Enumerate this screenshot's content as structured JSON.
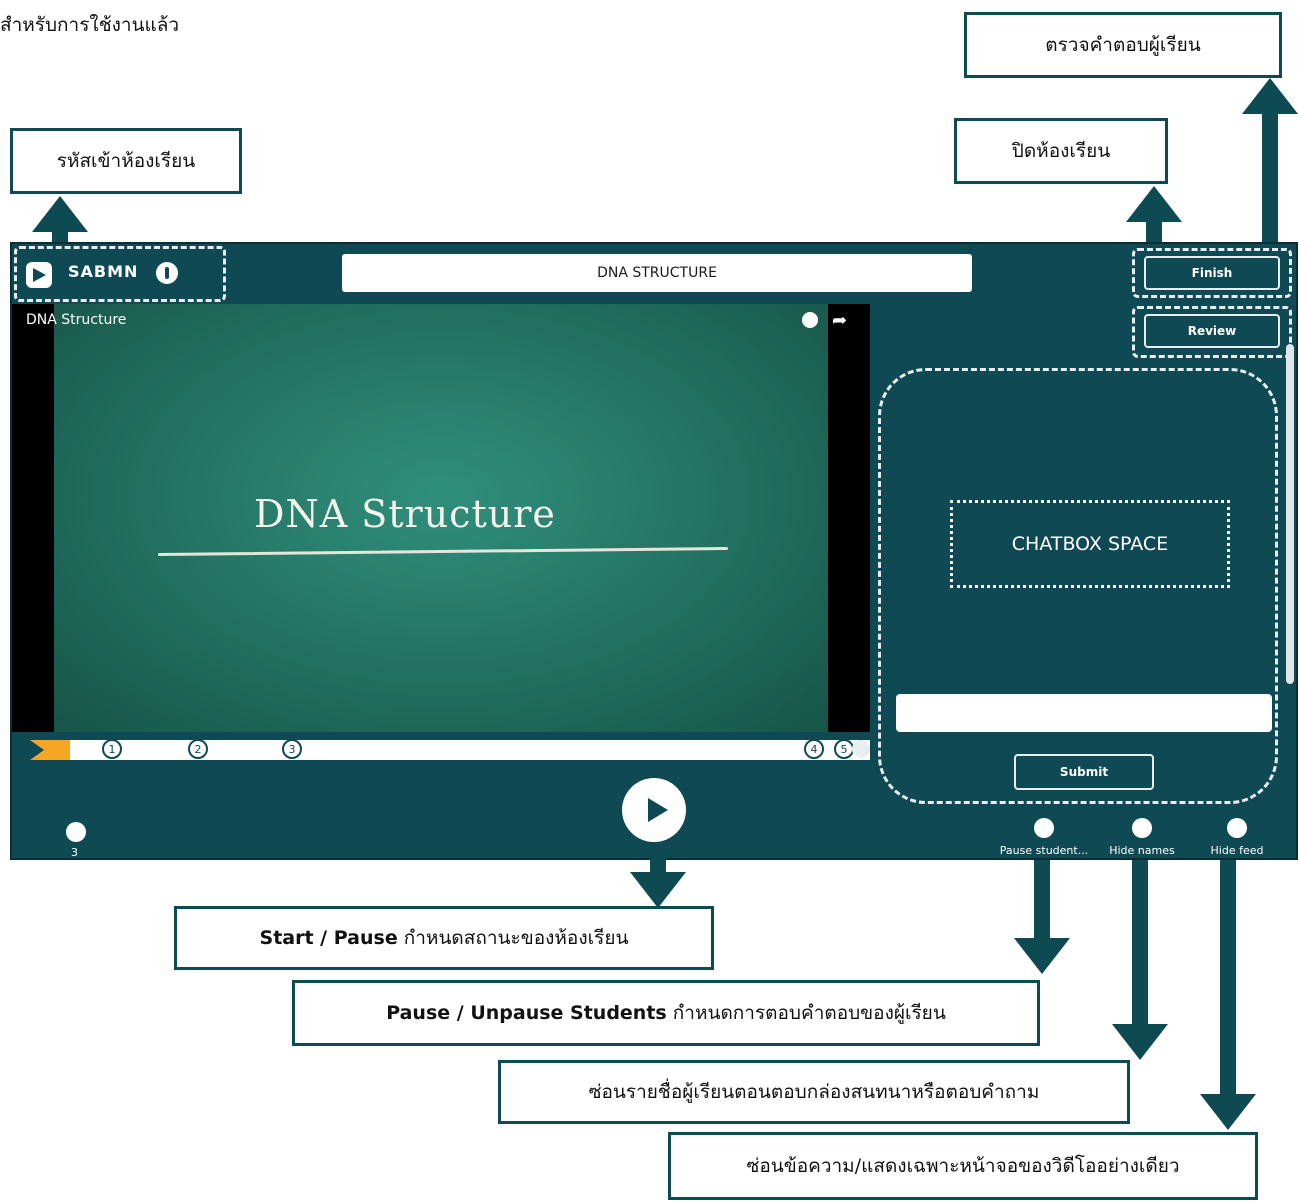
{
  "intro_text": "สำหรับการใช้งานแล้ว",
  "callouts": {
    "room_code": "รหัสเข้าห้องเรียน",
    "close_room": "ปิดห้องเรียน",
    "review_answers": "ตรวจคำตอบผู้เรียน",
    "start_pause_bold": "Start / Pause",
    "start_pause_rest": " กำหนดสถานะของห้องเรียน",
    "pause_students_bold": "Pause / Unpause Students",
    "pause_students_rest": " กำหนดการตอบคำตอบของผู้เรียน",
    "hide_names": "ซ่อนรายชื่อผู้เรียนตอนตอบกล่องสนทนาหรือตอบคำถาม",
    "hide_feed": "ซ่อนข้อความ/แสดงเฉพาะหน้าจอของวิดีโออย่างเดียว"
  },
  "app": {
    "room_code": "SABMN",
    "lesson_title": "DNA STRUCTURE",
    "finish_label": "Finish",
    "review_label": "Review",
    "video_title": "DNA Structure",
    "video_chalk_text": "DNA Structure",
    "timeline_markers": [
      "1",
      "2",
      "3",
      "4",
      "5"
    ],
    "chat_space_label": "CHATBOX SPACE",
    "submit_label": "Submit",
    "student_count": "3",
    "tools": {
      "pause_students": "Pause student...",
      "hide_names": "Hide names",
      "hide_feed": "Hide feed"
    }
  },
  "colors": {
    "app_bg": "#0f4a54",
    "accent": "#f5a623",
    "callout_border": "#0d4a52"
  },
  "icons": [
    "logo-icon",
    "key-icon",
    "clock-icon",
    "share-icon",
    "mute-icon",
    "users-icon",
    "play-icon",
    "pause-icon",
    "names-icon",
    "feed-icon"
  ]
}
